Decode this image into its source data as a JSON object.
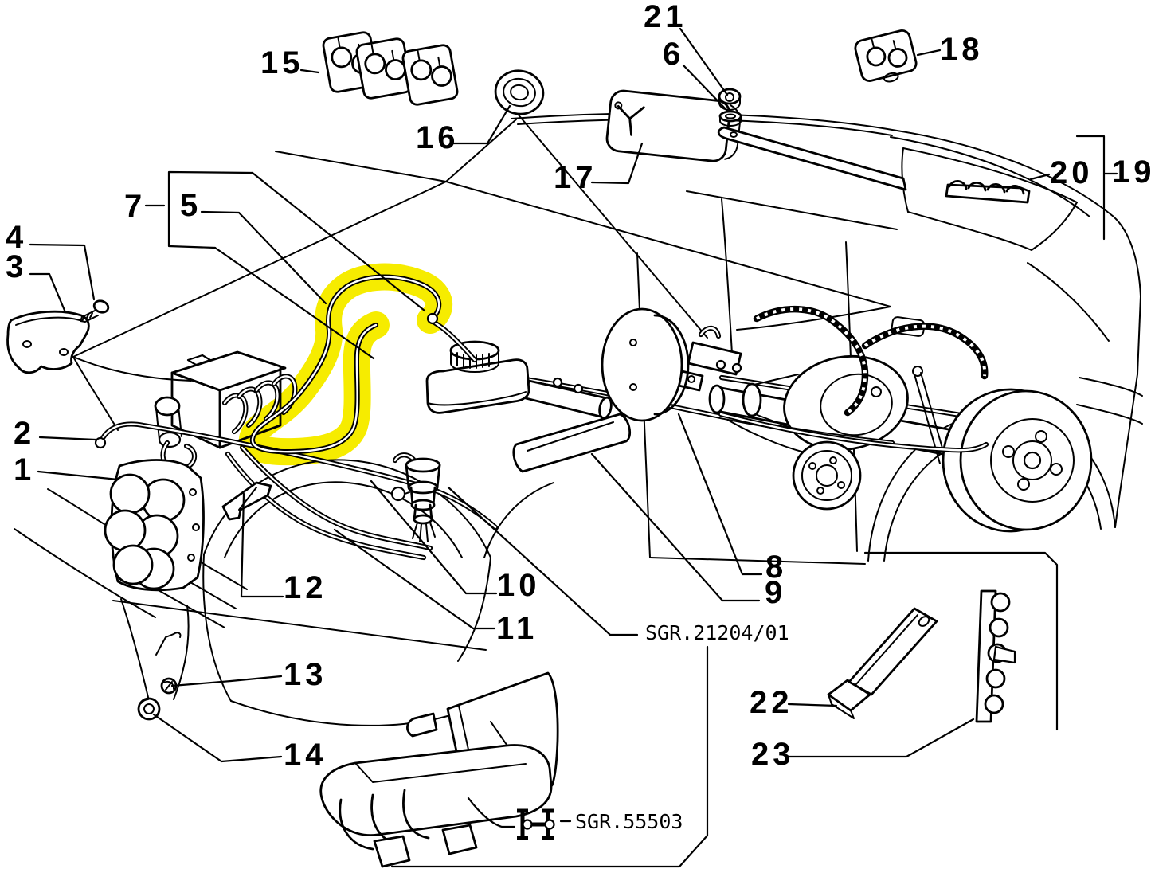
{
  "diagram": {
    "background_color": "#ffffff",
    "line_color": "#000000",
    "highlight_color": "#f6ec00"
  },
  "callouts": [
    {
      "label": "1"
    },
    {
      "label": "2"
    },
    {
      "label": "3"
    },
    {
      "label": "4"
    },
    {
      "label": "5"
    },
    {
      "label": "6"
    },
    {
      "label": "7"
    },
    {
      "label": "8"
    },
    {
      "label": "9"
    },
    {
      "label": "10"
    },
    {
      "label": "11"
    },
    {
      "label": "12"
    },
    {
      "label": "13"
    },
    {
      "label": "14"
    },
    {
      "label": "15"
    },
    {
      "label": "16"
    },
    {
      "label": "17"
    },
    {
      "label": "18"
    },
    {
      "label": "19"
    },
    {
      "label": "20"
    },
    {
      "label": "21"
    },
    {
      "label": "22"
    },
    {
      "label": "23"
    }
  ],
  "references": {
    "procedure": "SGR.21204/01",
    "axle_schematic": "SGR.55503"
  }
}
